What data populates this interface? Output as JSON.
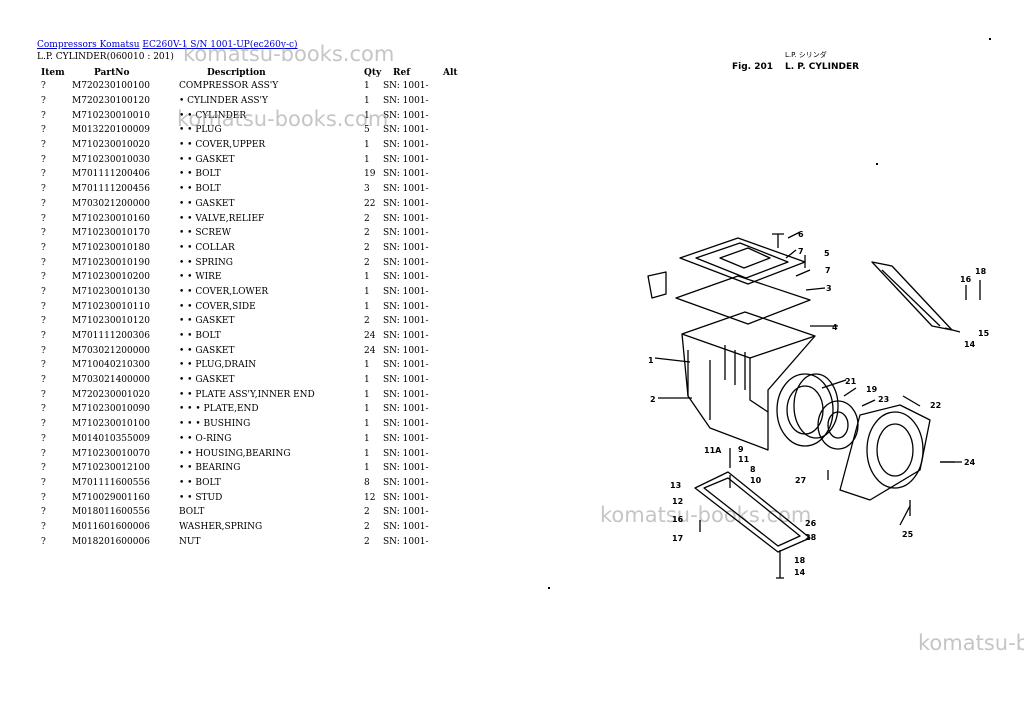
{
  "breadcrumb": {
    "link1": "Compressors Komatsu",
    "link2": "EC260V-1 S/N 1001-UP(ec260v-c)"
  },
  "subtitle": "L.P. CYLINDER(060010 : 201)",
  "columns": [
    "Item",
    "PartNo",
    "Description",
    "Qty",
    "Ref",
    "Alt"
  ],
  "rows": [
    [
      "?",
      "M720230100100",
      "COMPRESSOR ASS'Y",
      "1",
      "SN: 1001-"
    ],
    [
      "?",
      "M720230100120",
      "• CYLINDER ASS'Y",
      "1",
      "SN: 1001-"
    ],
    [
      "?",
      "M710230010010",
      "• • CYLINDER",
      "1",
      "SN: 1001-"
    ],
    [
      "?",
      "M013220100009",
      "• • PLUG",
      "5",
      "SN: 1001-"
    ],
    [
      "?",
      "M710230010020",
      "• • COVER,UPPER",
      "1",
      "SN: 1001-"
    ],
    [
      "?",
      "M710230010030",
      "• • GASKET",
      "1",
      "SN: 1001-"
    ],
    [
      "?",
      "M701111200406",
      "• • BOLT",
      "19",
      "SN: 1001-"
    ],
    [
      "?",
      "M701111200456",
      "• • BOLT",
      "3",
      "SN: 1001-"
    ],
    [
      "?",
      "M703021200000",
      "• • GASKET",
      "22",
      "SN: 1001-"
    ],
    [
      "?",
      "M710230010160",
      "• • VALVE,RELIEF",
      "2",
      "SN: 1001-"
    ],
    [
      "?",
      "M710230010170",
      "• • SCREW",
      "2",
      "SN: 1001-"
    ],
    [
      "?",
      "M710230010180",
      "• • COLLAR",
      "2",
      "SN: 1001-"
    ],
    [
      "?",
      "M710230010190",
      "• • SPRING",
      "2",
      "SN: 1001-"
    ],
    [
      "?",
      "M710230010200",
      "• • WIRE",
      "1",
      "SN: 1001-"
    ],
    [
      "?",
      "M710230010130",
      "• • COVER,LOWER",
      "1",
      "SN: 1001-"
    ],
    [
      "?",
      "M710230010110",
      "• • COVER,SIDE",
      "1",
      "SN: 1001-"
    ],
    [
      "?",
      "M710230010120",
      "• • GASKET",
      "2",
      "SN: 1001-"
    ],
    [
      "?",
      "M701111200306",
      "• • BOLT",
      "24",
      "SN: 1001-"
    ],
    [
      "?",
      "M703021200000",
      "• • GASKET",
      "24",
      "SN: 1001-"
    ],
    [
      "?",
      "M710040210300",
      "• • PLUG,DRAIN",
      "1",
      "SN: 1001-"
    ],
    [
      "?",
      "M703021400000",
      "• • GASKET",
      "1",
      "SN: 1001-"
    ],
    [
      "?",
      "M720230001020",
      "• • PLATE ASS'Y,INNER END",
      "1",
      "SN: 1001-"
    ],
    [
      "?",
      "M710230010090",
      "• • • PLATE,END",
      "1",
      "SN: 1001-"
    ],
    [
      "?",
      "M710230010100",
      "• • • BUSHING",
      "1",
      "SN: 1001-"
    ],
    [
      "?",
      "M014010355009",
      "• • O-RING",
      "1",
      "SN: 1001-"
    ],
    [
      "?",
      "M710230010070",
      "• • HOUSING,BEARING",
      "1",
      "SN: 1001-"
    ],
    [
      "?",
      "M710230012100",
      "• • BEARING",
      "1",
      "SN: 1001-"
    ],
    [
      "?",
      "M701111600556",
      "• • BOLT",
      "8",
      "SN: 1001-"
    ],
    [
      "?",
      "M710029001160",
      "• • STUD",
      "12",
      "SN: 1001-"
    ],
    [
      "?",
      "M018011600556",
      "BOLT",
      "2",
      "SN: 1001-"
    ],
    [
      "?",
      "M011601600006",
      "WASHER,SPRING",
      "2",
      "SN: 1001-"
    ],
    [
      "?",
      "M018201600006",
      "NUT",
      "2",
      "SN: 1001-"
    ]
  ],
  "watermarks": [
    "komatsu-books.com",
    "komatsu-books.com",
    "komatsu-books.com",
    "komatsu-b"
  ],
  "figure": {
    "jp_title": "L.P. シリンダ",
    "fig_no": "Fig. 201",
    "name": "L. P. CYLINDER",
    "callouts": [
      "1",
      "2",
      "3",
      "4",
      "5",
      "6",
      "7",
      "7",
      "8",
      "9",
      "10",
      "11",
      "11A",
      "12",
      "13",
      "14",
      "14",
      "15",
      "16",
      "16",
      "17",
      "18",
      "18",
      "19",
      "21",
      "22",
      "23",
      "24",
      "25",
      "26",
      "27",
      "28"
    ]
  }
}
